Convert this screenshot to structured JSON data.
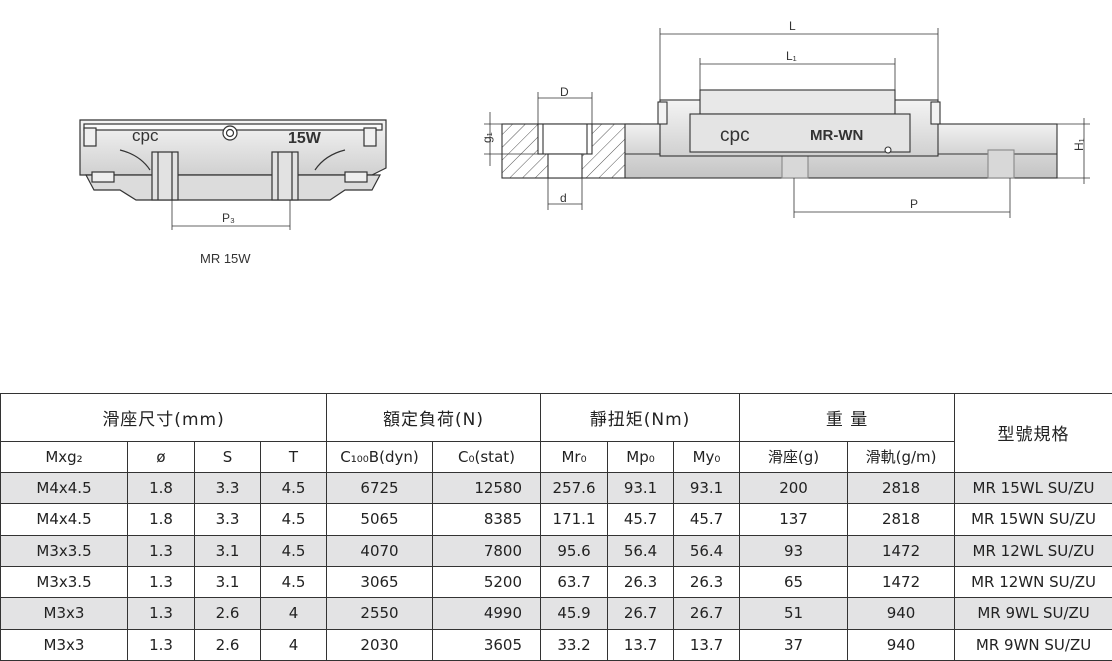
{
  "drawing": {
    "front_view": {
      "brand": "cpc",
      "size_mark": "15W",
      "dim_p3": "P₃",
      "caption": "MR 15W"
    },
    "side_view": {
      "brand": "cpc",
      "series_mark": "MR-WN",
      "dim_l": "L",
      "dim_l1": "L₁",
      "dim_d_upper": "D",
      "dim_d_lower": "d",
      "dim_g1": "g₁",
      "dim_h1": "H₁",
      "dim_p": "P"
    }
  },
  "table": {
    "group_headers": {
      "slider_size": "滑座尺寸(mm)",
      "rated_load": "額定負荷(N)",
      "static_torque": "靜扭矩(Nm)",
      "weight": "重 量",
      "model": "型號規格"
    },
    "column_headers": {
      "mxg2": "Mxg₂",
      "dia": "ø",
      "s": "S",
      "t": "T",
      "c100b": "C₁₀₀B(dyn)",
      "c0": "C₀(stat)",
      "mr0": "Mr₀",
      "mp0": "Mp₀",
      "my0": "My₀",
      "slider_g": "滑座(g)",
      "rail_gm": "滑軌(g/m)"
    },
    "rows": [
      {
        "mxg2": "M4x4.5",
        "dia": "1.8",
        "s": "3.3",
        "t": "4.5",
        "c100b": "6725",
        "c0": "12580",
        "mr0": "257.6",
        "mp0": "93.1",
        "my0": "93.1",
        "slider_g": "200",
        "rail_gm": "2818",
        "model": "MR 15WL SU/ZU"
      },
      {
        "mxg2": "M4x4.5",
        "dia": "1.8",
        "s": "3.3",
        "t": "4.5",
        "c100b": "5065",
        "c0": "8385",
        "mr0": "171.1",
        "mp0": "45.7",
        "my0": "45.7",
        "slider_g": "137",
        "rail_gm": "2818",
        "model": "MR 15WN SU/ZU"
      },
      {
        "mxg2": "M3x3.5",
        "dia": "1.3",
        "s": "3.1",
        "t": "4.5",
        "c100b": "4070",
        "c0": "7800",
        "mr0": "95.6",
        "mp0": "56.4",
        "my0": "56.4",
        "slider_g": "93",
        "rail_gm": "1472",
        "model": "MR 12WL SU/ZU"
      },
      {
        "mxg2": "M3x3.5",
        "dia": "1.3",
        "s": "3.1",
        "t": "4.5",
        "c100b": "3065",
        "c0": "5200",
        "mr0": "63.7",
        "mp0": "26.3",
        "my0": "26.3",
        "slider_g": "65",
        "rail_gm": "1472",
        "model": "MR 12WN SU/ZU"
      },
      {
        "mxg2": "M3x3",
        "dia": "1.3",
        "s": "2.6",
        "t": "4",
        "c100b": "2550",
        "c0": "4990",
        "mr0": "45.9",
        "mp0": "26.7",
        "my0": "26.7",
        "slider_g": "51",
        "rail_gm": "940",
        "model": "MR 9WL SU/ZU"
      },
      {
        "mxg2": "M3x3",
        "dia": "1.3",
        "s": "2.6",
        "t": "4",
        "c100b": "2030",
        "c0": "3605",
        "mr0": "33.2",
        "mp0": "13.7",
        "my0": "13.7",
        "slider_g": "37",
        "rail_gm": "940",
        "model": "MR 9WN SU/ZU"
      }
    ]
  }
}
